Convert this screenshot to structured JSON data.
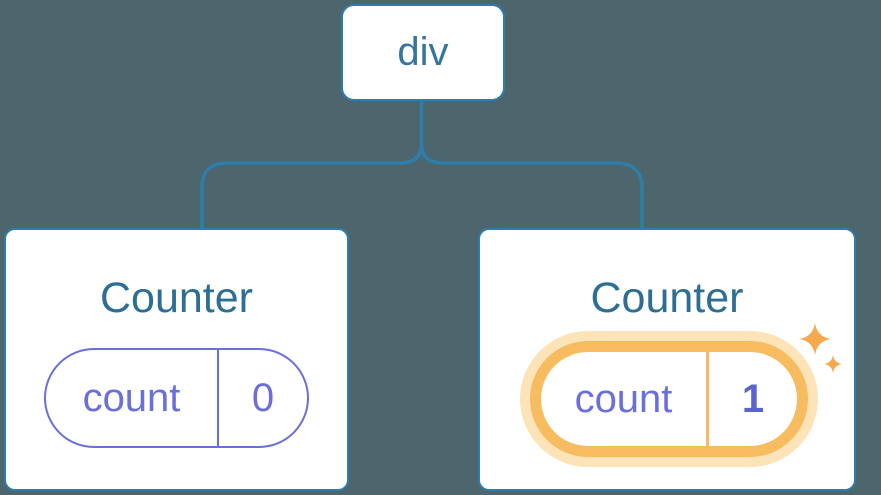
{
  "colors": {
    "bg": "#4d666e",
    "line": "#2e7eab",
    "card-bg": "#ffffff",
    "node-text": "#35759f",
    "title-text": "#2d6e94",
    "purple": "#6a6fdb",
    "number-bold": "#5a63ce",
    "orange": "#f8bc60",
    "orange-glow": "#fce3b8",
    "sparkle": "#f5a94e"
  },
  "tree": {
    "root": {
      "label": "div"
    },
    "children": [
      {
        "title": "Counter",
        "state": {
          "key": "count",
          "value": "0"
        },
        "highlighted": false
      },
      {
        "title": "Counter",
        "state": {
          "key": "count",
          "value": "1"
        },
        "highlighted": true
      }
    ]
  }
}
